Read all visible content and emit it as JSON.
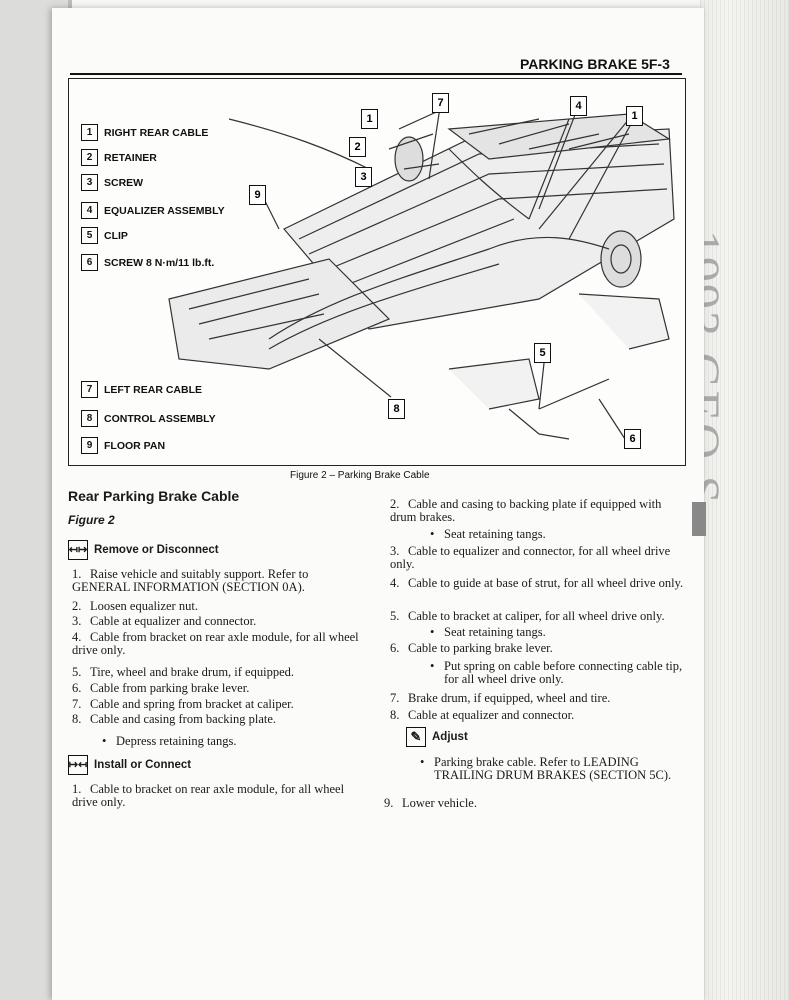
{
  "header": {
    "title": "PARKING BRAKE  5F-3"
  },
  "figure": {
    "legend_top": [
      {
        "num": "1",
        "label": "RIGHT REAR CABLE"
      },
      {
        "num": "2",
        "label": "RETAINER"
      },
      {
        "num": "3",
        "label": "SCREW"
      },
      {
        "num": "4",
        "label": "EQUALIZER ASSEMBLY"
      },
      {
        "num": "5",
        "label": "CLIP"
      },
      {
        "num": "6",
        "label": "SCREW  8 N·m/11 lb.ft."
      }
    ],
    "legend_bottom": [
      {
        "num": "7",
        "label": "LEFT REAR CABLE"
      },
      {
        "num": "8",
        "label": "CONTROL ASSEMBLY"
      },
      {
        "num": "9",
        "label": "FLOOR PAN"
      }
    ],
    "callouts": [
      "1",
      "2",
      "3",
      "7",
      "4",
      "1",
      "9",
      "5",
      "8",
      "6"
    ],
    "caption": "Figure 2 – Parking Brake Cable"
  },
  "section": {
    "title": "Rear Parking Brake Cable",
    "figure_ref": "Figure 2",
    "remove_heading": "Remove or Disconnect",
    "remove_steps": [
      {
        "n": "1.",
        "text": "Raise vehicle and suitably support. Refer to GENERAL INFORMATION (SECTION 0A)."
      },
      {
        "n": "2.",
        "text": "Loosen equalizer nut."
      },
      {
        "n": "3.",
        "text": "Cable at equalizer and connector."
      },
      {
        "n": "4.",
        "text": "Cable from bracket on rear axle module, for all wheel drive only."
      },
      {
        "n": "5.",
        "text": "Tire, wheel and brake drum, if equipped."
      },
      {
        "n": "6.",
        "text": "Cable from parking brake lever."
      },
      {
        "n": "7.",
        "text": "Cable and spring from bracket at caliper."
      },
      {
        "n": "8.",
        "text": "Cable and casing from backing plate."
      }
    ],
    "remove_bullet": "Depress retaining tangs.",
    "install_heading": "Install or Connect",
    "install_steps": [
      {
        "n": "1.",
        "text": "Cable to bracket on rear axle module, for all wheel drive only."
      }
    ],
    "right_steps": [
      {
        "n": "2.",
        "text": "Cable and casing to backing plate if equipped with drum brakes."
      },
      {
        "n": "3.",
        "text": "Cable to equalizer and connector, for all wheel drive only."
      },
      {
        "n": "4.",
        "text": "Cable to guide at base of strut, for all wheel drive only."
      },
      {
        "n": "5.",
        "text": "Cable to bracket at caliper, for all wheel drive only."
      },
      {
        "n": "6.",
        "text": "Cable to parking brake lever."
      },
      {
        "n": "7.",
        "text": "Brake drum, if equipped, wheel and tire."
      },
      {
        "n": "8.",
        "text": "Cable at equalizer and connector."
      },
      {
        "n": "9.",
        "text": "Lower vehicle."
      }
    ],
    "right_bullets": {
      "b2": "Seat retaining tangs.",
      "b5": "Seat retaining tangs.",
      "b6": "Put spring on cable before connecting cable tip, for all wheel drive only."
    },
    "adjust_heading": "Adjust",
    "adjust_bullet": "Parking brake cable. Refer to LEADING TRAILING DRUM BRAKES (SECTION 5C)."
  },
  "spine_text": "1993 GEO S…"
}
